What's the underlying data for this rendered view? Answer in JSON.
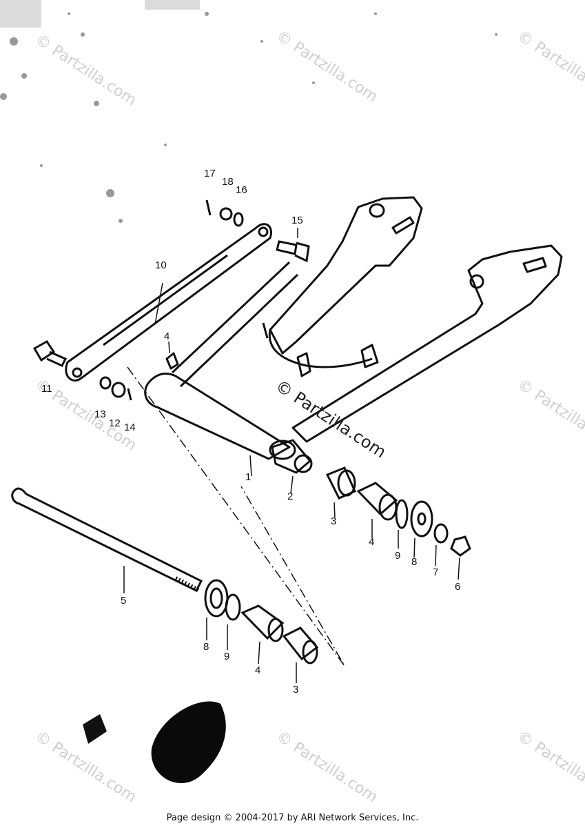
{
  "watermark": "© Partzilla.com",
  "footer": {
    "text": "Page design © 2004-2017 by ARI Network Services, Inc."
  },
  "callouts": {
    "c1": "1",
    "c2": "2",
    "c3a": "3",
    "c3b": "3",
    "c4a": "4",
    "c4b": "4",
    "c4c": "4",
    "c5": "5",
    "c6": "6",
    "c7": "7",
    "c8a": "8",
    "c8b": "8",
    "c9a": "9",
    "c9b": "9",
    "c10": "10",
    "c11": "11",
    "c12": "12",
    "c13": "13",
    "c14": "14",
    "c15": "15",
    "c16": "16",
    "c17": "17",
    "c18": "18"
  }
}
